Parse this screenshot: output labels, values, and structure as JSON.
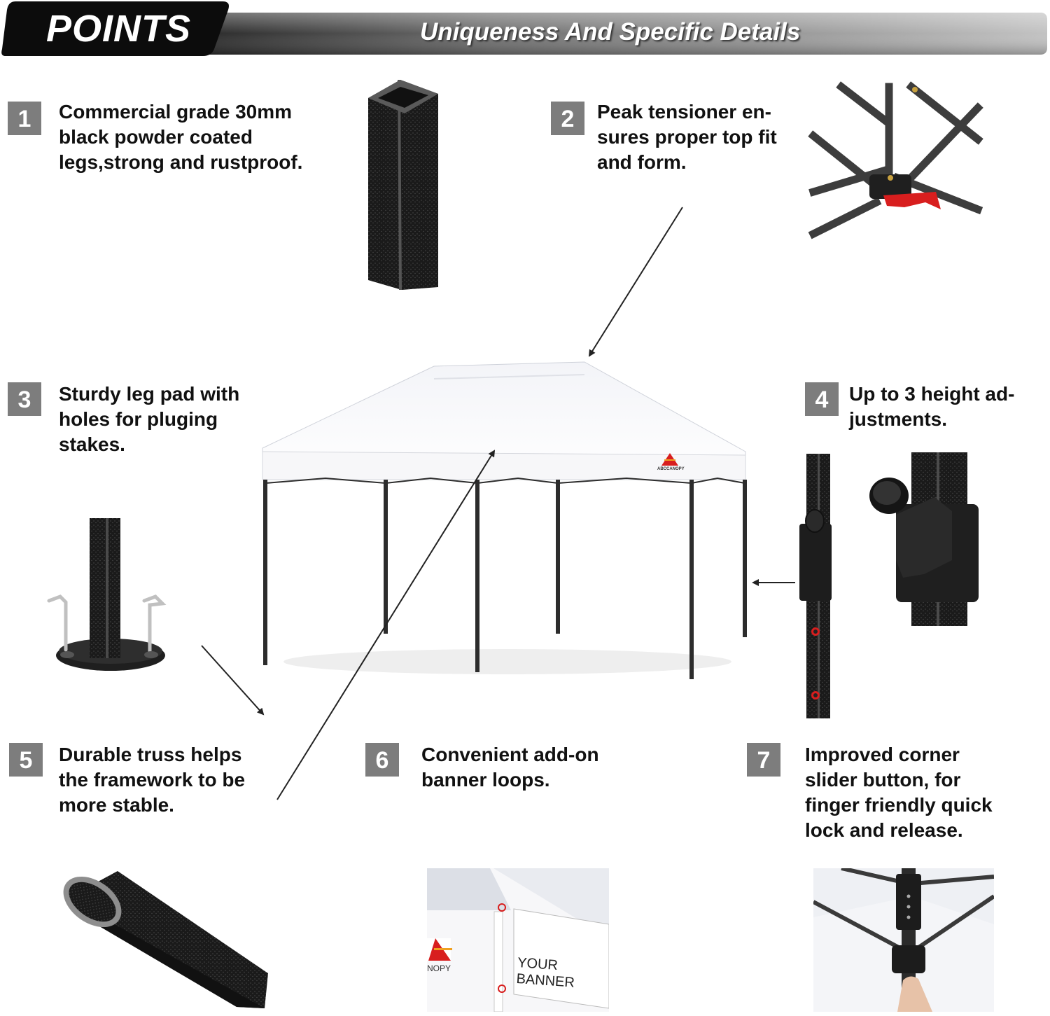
{
  "header": {
    "label": "POINTS",
    "subtitle": "Uniqueness And Specific Details"
  },
  "features": [
    {
      "number": "1",
      "text": "Commercial grade 30mm\nblack powder coated\nlegs,strong and rustproof."
    },
    {
      "number": "2",
      "text": "Peak tensioner en-\nsures proper top fit\nand form."
    },
    {
      "number": "3",
      "text": "Sturdy leg pad with\nholes for pluging\nstakes."
    },
    {
      "number": "4",
      "text": "Up to 3 height ad-\njustments."
    },
    {
      "number": "5",
      "text": "Durable truss helps\nthe framework to be\nmore stable."
    },
    {
      "number": "6",
      "text": "Convenient add-on\nbanner loops."
    },
    {
      "number": "7",
      "text": "Improved corner\nslider button, for\nfinger friendly quick\nlock and release."
    }
  ],
  "canopy_logo": "ABCCANOPY",
  "banner_photo": {
    "banner_text": "YOUR BANNER",
    "logo_fragment": "NOPY"
  },
  "icons": {
    "leg": "square-leg-tube-image",
    "peak": "peak-tensioner-image",
    "pad": "leg-pad-image",
    "canopy": "canopy-tent-image",
    "height": "height-adjustment-image",
    "truss": "truss-tube-image",
    "loops": "banner-loop-image",
    "corner": "corner-slider-image"
  },
  "colors": {
    "number_box": "#7d7d7d",
    "frame": "#2b2b2b",
    "accent_red": "#d81e1e"
  }
}
